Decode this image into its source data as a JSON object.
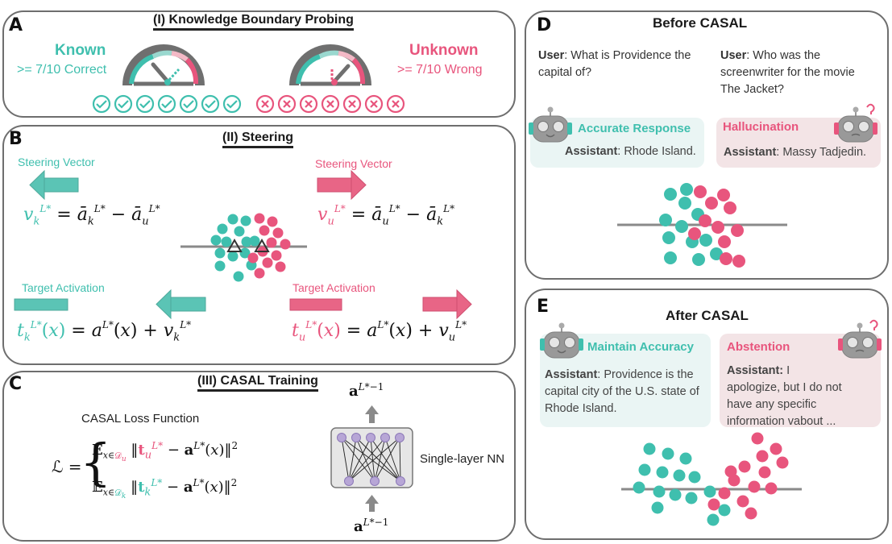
{
  "colors": {
    "teal": "#3fbfae",
    "pink": "#e8557d",
    "gray": "#8a8a8a",
    "teal_light": "#eaf5f4",
    "pink_light": "#f3e4e6"
  },
  "panelA": {
    "letter": "A",
    "title": "(I) Knowledge Boundary Probing",
    "known_label": "Known",
    "known_sub": ">= 7/10 Correct",
    "unknown_label": "Unknown",
    "unknown_sub": ">= 7/10 Wrong",
    "check_count": 7,
    "cross_count": 7
  },
  "panelB": {
    "letter": "B",
    "title": "(II) Steering",
    "left_steer_label": "Steering Vector",
    "right_steer_label": "Steering Vector",
    "left_target_label": "Target Activation",
    "right_target_label": "Target Activation"
  },
  "panelC": {
    "letter": "C",
    "title": "(III) CASAL Training",
    "loss_label": "CASAL Loss Function",
    "nn_label": "Single-layer NN"
  },
  "panelD": {
    "letter": "D",
    "title": "Before CASAL",
    "user_left_label": "User",
    "user_left_text": ": What is Providence the capital of?",
    "user_right_label": "User",
    "user_right_text": ": Who was the screenwriter for the movie The Jacket?",
    "card_left_head": "Accurate Response",
    "card_left_assistant": "Assistant",
    "card_left_text": ": Rhode Island.",
    "card_right_head": "Hallucination",
    "card_right_assistant": "Assistant",
    "card_right_text": ": Massy Tadjedin."
  },
  "panelE": {
    "letter": "E",
    "title": "After CASAL",
    "card_left_head": "Maintain Accuracy",
    "card_left_assistant": "Assistant",
    "card_left_text": ": Providence is the capital city of the U.S. state of Rhode Island.",
    "card_right_head": "Abstention",
    "card_right_assistant": "Assistant:",
    "card_right_text": " I apologize, but I do not  have any specific information vabout ..."
  }
}
